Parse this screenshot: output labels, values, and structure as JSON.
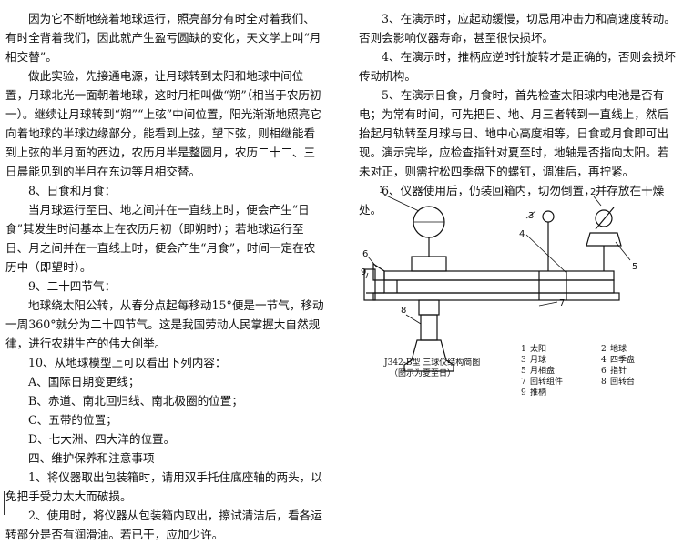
{
  "left": {
    "p1": "因为它不断地绕着地球运行，照亮部分有时全对着我们、有时全背着我们，因此就产生盈亏圆缺的变化，天文学上叫“月相交替”。",
    "p2": "做此实验，先接通电源，让月球转到太阳和地球中间位置，月球北光一面朝着地球，这时月相叫做“朔”（相当于农历初一）。继续让月球转到“朔”“上弦”中间位置，阳光渐渐地照亮它向着地球的半球边缘部分，能看到上弦，望下弦，则相继能看到上弦的半月面的西边，农历月半是整圆月，农历二十二、三日晨能见到的半月在东边等月相交替。",
    "h8": "8、日食和月食：",
    "p8": "当月球运行至日、地之间并在一直线上时，便会产生“日食”其发生时间基本上在农历月初（即朔时）；若地球运行至日、月之间并在一直线上时，便会产生“月食”，时间一定在农历中（即望时）。",
    "h9": "9、二十四节气：",
    "p9": "地球绕太阳公转，从春分点起每移动15°便是一节气，移动一周360°就分为二十四节气。这是我国劳动人民掌握大自然规律，进行农耕生产的伟大创举。",
    "h10": "10、从地球模型上可以看出下列内容：",
    "a": "A、国际日期变更线；",
    "b": "B、赤道、南北回归线、南北极圈的位置；",
    "c": "C、五带的位置；",
    "d": "D、七大洲、四大洋的位置。",
    "h4": "四、维护保养和注意事项",
    "m1": "1、将仪器取出包装箱时，请用双手托住底座轴的两头，以免把手受力太大而破损。",
    "m2": "2、使用时，将仪器从包装箱内取出，擦试清洁后，看各运转部分是否有润滑油。若已干，应加少许。"
  },
  "right": {
    "m3": "3、在演示时，应起动缓慢，切忌用冲击力和高速度转动。否则会影响仪器寿命，甚至很快损坏。",
    "m4": "4、在演示时，推柄应逆时针旋转才是正确的，否则会损坏传动机构。",
    "m5": "5、在演示日食，月食时，首先检查太阳球内电池是否有电；为常有时间，可先把日、地、月三者转到一直线上，然后抬起月轨转至月球与日、地中心高度相等，日食或月食即可出现。演示完毕，应检查指针对夏至时，地轴是否指向太阳。若未对正，则需拧松四季盘下的螺钉，调准后，再拧紧。",
    "m6": "6、仪器使用后，仍装回箱内，切勿倒置，并存放在干燥处。"
  },
  "figure": {
    "callouts": [
      "1",
      "2",
      "3",
      "4",
      "5",
      "6",
      "7",
      "8",
      "9"
    ],
    "caption_model": "J342-B型  三球仪结构简图",
    "caption_note": "（图示为夏至日）",
    "legend": [
      {
        "num": "1",
        "name": "太阳"
      },
      {
        "num": "2",
        "name": "地球"
      },
      {
        "num": "3",
        "name": "月球"
      },
      {
        "num": "4",
        "name": "四季盘"
      },
      {
        "num": "5",
        "name": "月相盘"
      },
      {
        "num": "6",
        "name": "指针"
      },
      {
        "num": "7",
        "name": "回转组件"
      },
      {
        "num": "8",
        "name": "回转台"
      },
      {
        "num": "9",
        "name": "推柄"
      }
    ]
  }
}
